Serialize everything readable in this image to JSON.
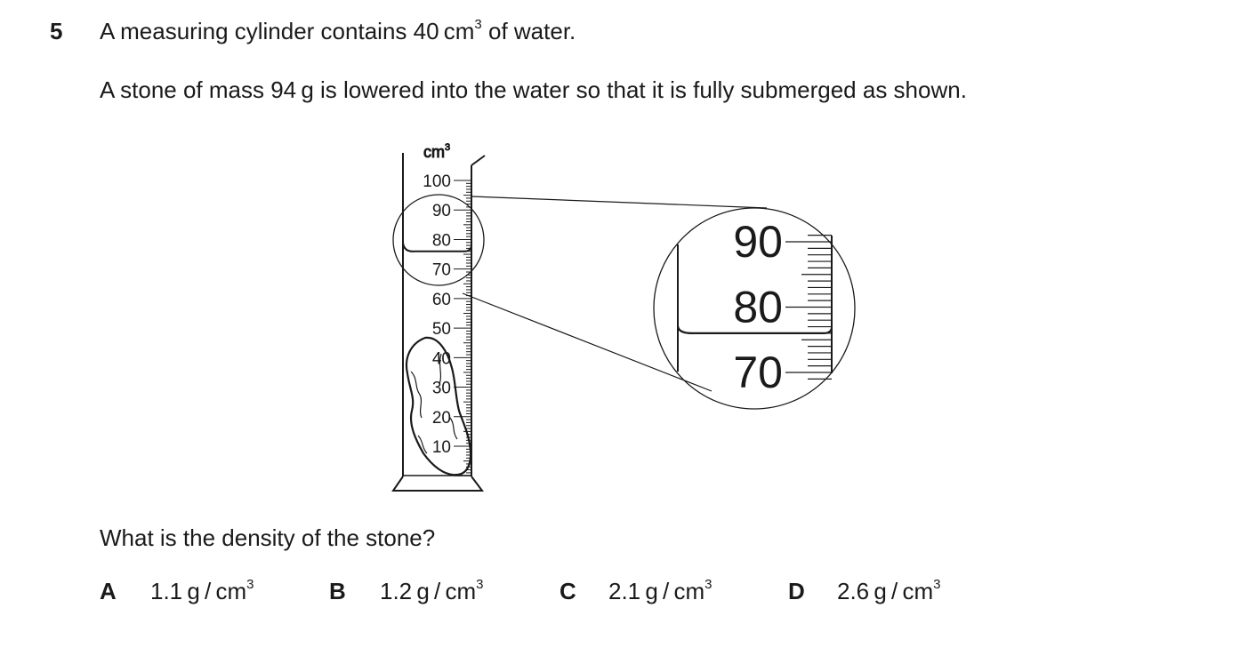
{
  "question": {
    "number": "5",
    "line1_before": "A measuring cylinder contains 40 cm",
    "line1_sup": "3",
    "line1_after": " of water.",
    "line2": "A stone of mass 94 g is lowered into the water so that it is fully submerged as shown.",
    "prompt": "What is the density of the stone?"
  },
  "figure": {
    "unit_label": "cm",
    "unit_sup": "3",
    "scale_labels": [
      "100",
      "90",
      "80",
      "70",
      "60",
      "50",
      "40",
      "30",
      "20",
      "10"
    ],
    "zoom_labels": [
      "90",
      "80",
      "70"
    ],
    "water_level": 76
  },
  "options": [
    {
      "letter": "A",
      "value": "1.1 g / cm",
      "sup": "3"
    },
    {
      "letter": "B",
      "value": "1.2 g / cm",
      "sup": "3"
    },
    {
      "letter": "C",
      "value": "2.1 g / cm",
      "sup": "3"
    },
    {
      "letter": "D",
      "value": "2.6 g / cm",
      "sup": "3"
    }
  ]
}
